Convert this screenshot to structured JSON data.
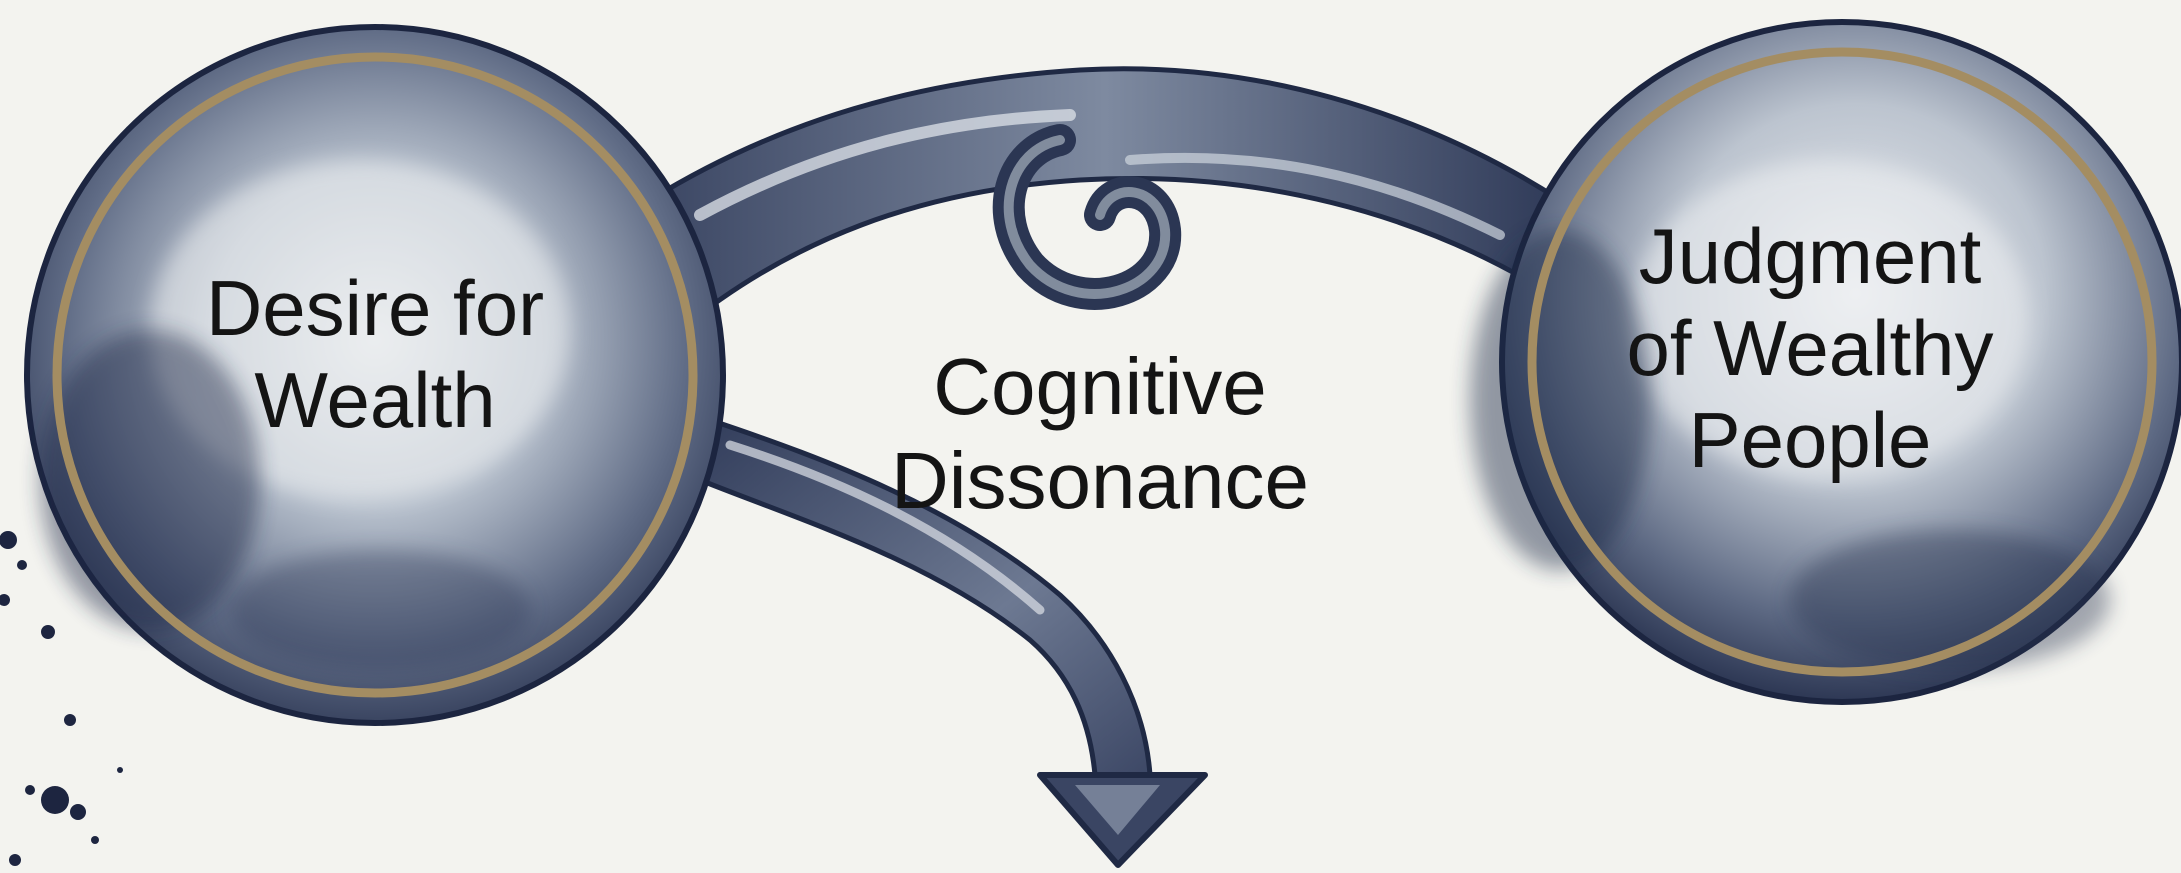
{
  "diagram": {
    "left_node": {
      "label": "Desire for\nWealth"
    },
    "center_label": "Cognitive\nDissonance",
    "right_node": {
      "label": "Judgment\nof Wealthy\nPeople"
    }
  },
  "colors": {
    "background": "#f3f3ef",
    "ink_dark": "#2a3552",
    "ink_mid": "#5b6780",
    "ink_light": "#c9cfd8",
    "ring_gold": "#a48d62",
    "text": "#141414"
  }
}
